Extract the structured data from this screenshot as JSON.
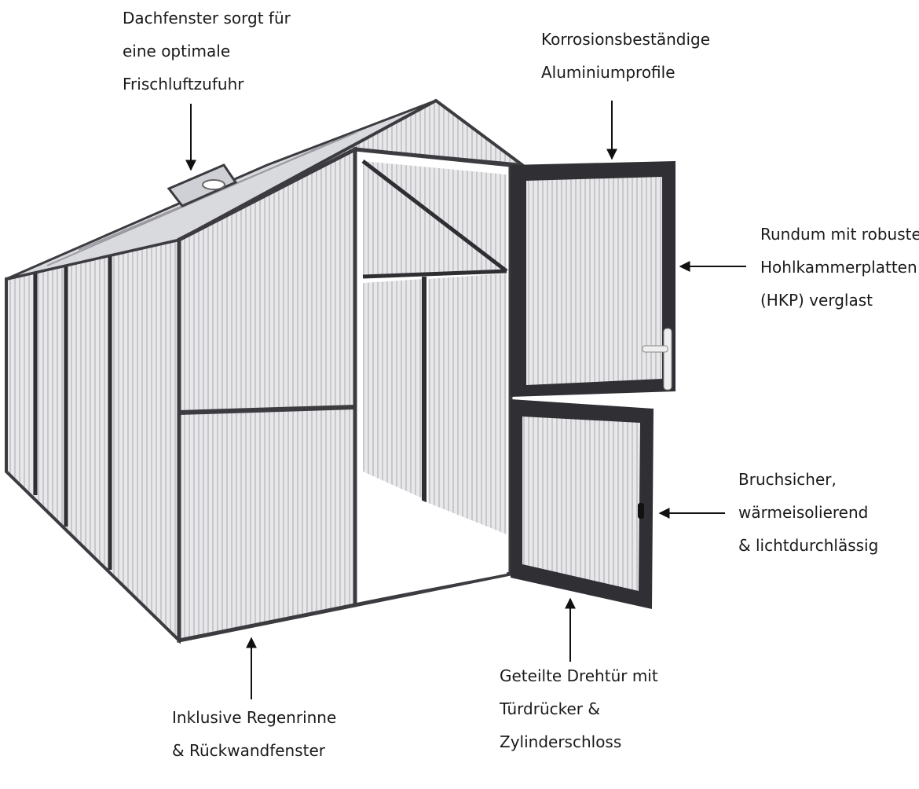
{
  "callouts": {
    "roof_window": {
      "lines": [
        "Dachfenster sorgt für",
        "eine optimale",
        "Frischluftzufuhr"
      ]
    },
    "profiles": {
      "lines": [
        "Korrosionsbeständige",
        "Aluminiumprofile"
      ]
    },
    "panels": {
      "lines": [
        "Rundum mit robusten",
        "Hohlkammerplatten",
        "(HKP) verglast"
      ]
    },
    "properties": {
      "lines": [
        "Bruchsicher,",
        "wärmeisolierend",
        "& lichtdurchlässig"
      ]
    },
    "door": {
      "lines": [
        "Geteilte Drehtür mit",
        "Türdrücker &",
        "Zylinderschloss"
      ]
    },
    "gutter": {
      "lines": [
        "Inklusive Regenrinne",
        "& Rückwandfenster"
      ]
    }
  },
  "colors": {
    "frame": "#3b3b40",
    "panel": "#e6e6e8",
    "panel_stripe": "#c9c9cc",
    "text": "#1a1a1a"
  }
}
